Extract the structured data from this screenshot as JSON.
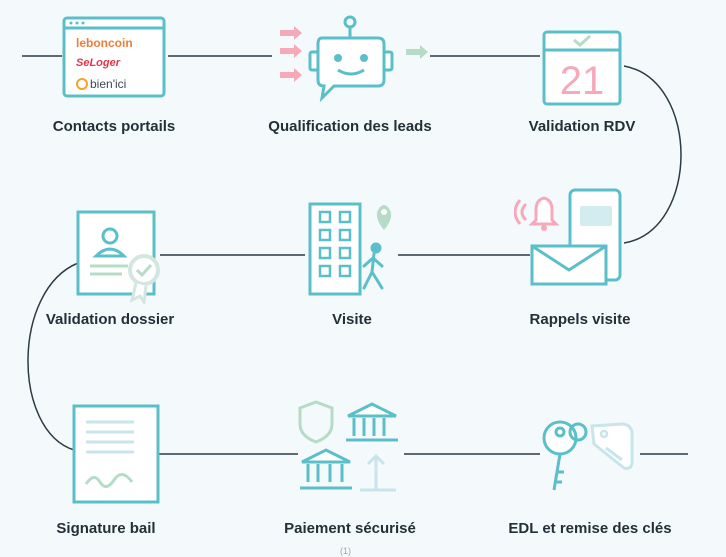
{
  "steps": [
    {
      "label": "Contacts portails",
      "icon": "portals-window-icon"
    },
    {
      "label": "Qualification des leads",
      "icon": "chatbot-icon"
    },
    {
      "label": "Validation RDV",
      "icon": "calendar-icon"
    },
    {
      "label": "Rappels visite",
      "icon": "notification-mail-icon"
    },
    {
      "label": "Visite",
      "icon": "building-visit-icon"
    },
    {
      "label": "Validation dossier",
      "icon": "certificate-icon"
    },
    {
      "label": "Signature bail",
      "icon": "contract-icon"
    },
    {
      "label": "Paiement sécurisé",
      "icon": "bank-payment-icon"
    },
    {
      "label": "EDL et remise des clés",
      "icon": "keys-icon"
    }
  ],
  "portals": [
    "leboncoin",
    "SeLoger",
    "bien'ici"
  ],
  "calendar_day": "21",
  "footer_mark": "(1)",
  "colors": {
    "teal": "#5bbfc9",
    "pink": "#f6a9b9",
    "green": "#b6dcc7",
    "line": "#2d3b44"
  }
}
